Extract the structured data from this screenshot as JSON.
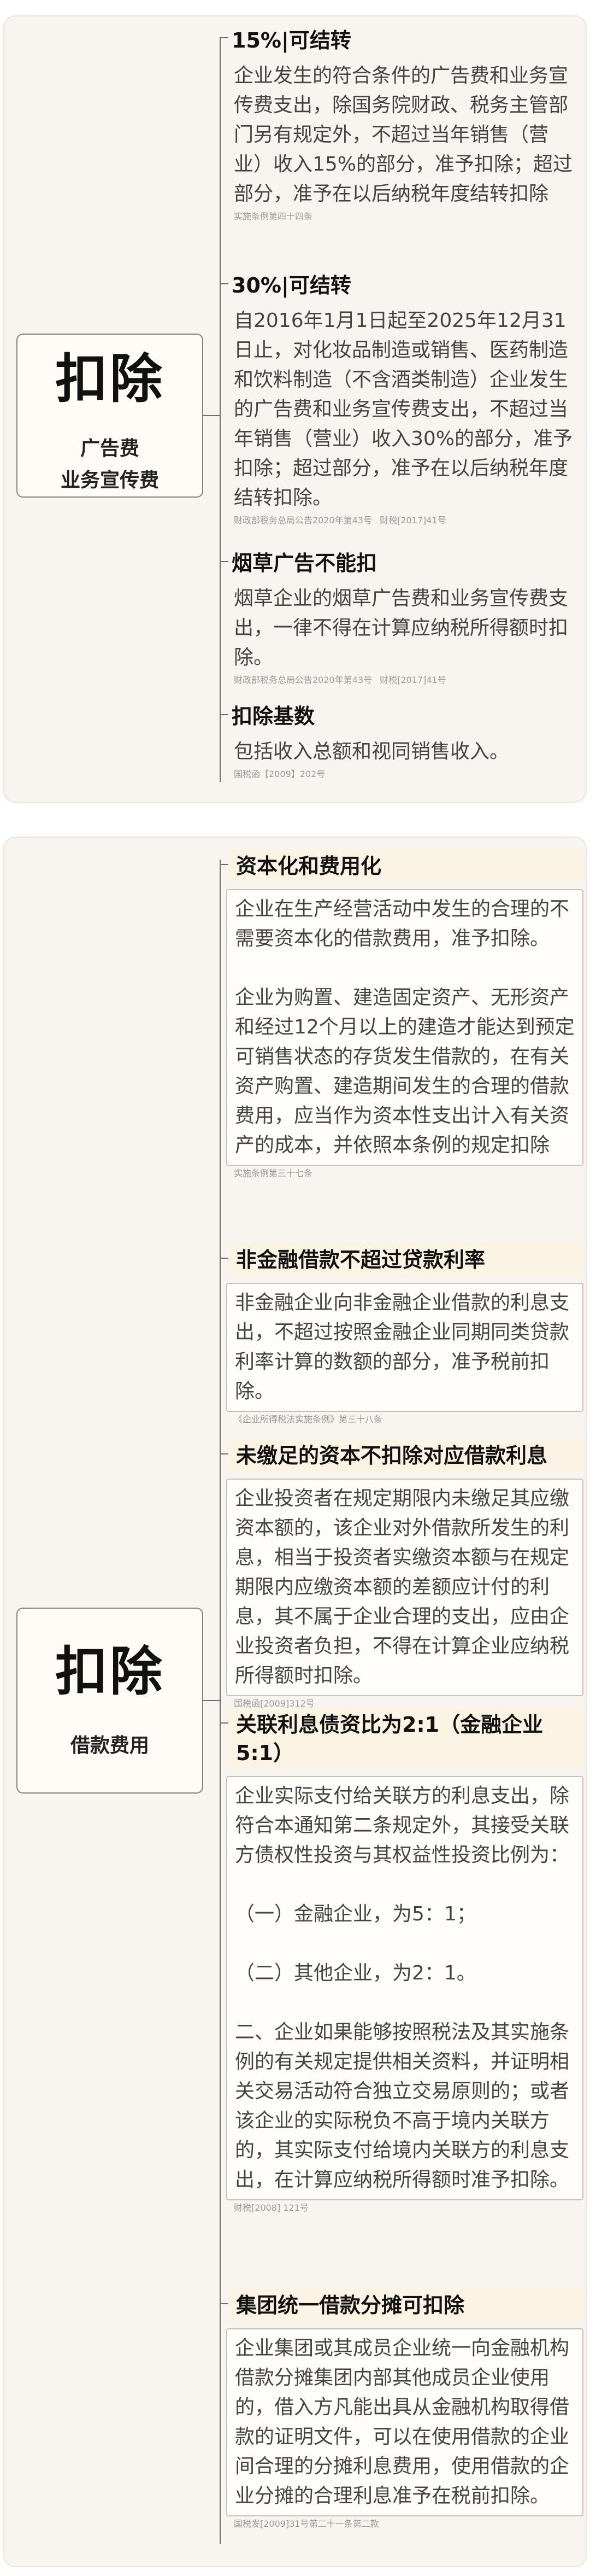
{
  "card1": {
    "root": {
      "title": "扣除",
      "line1": "广告费",
      "line2": "业务宣传费"
    },
    "items": [
      {
        "topic": "15%|可结转",
        "body": "企业发生的符合条件的广告费和业务宣传费支出，除国务院财政、税务主管部门另有规定外，不超过当年销售（营业）收入15%的部分，准予扣除；超过部分，准予在以后纳税年度结转扣除",
        "cites": [
          "实施条例第四十四条"
        ]
      },
      {
        "topic": "30%|可结转",
        "body": "自2016年1月1日起至2025年12月31日止，对化妆品制造或销售、医药制造和饮料制造（不含酒类制造）企业发生的广告费和业务宣传费支出，不超过当年销售（营业）收入30%的部分，准予扣除；超过部分，准予在以后纳税年度结转扣除。",
        "cites": [
          "财政部税务总局公告2020年第43号",
          "财税[2017]41号"
        ]
      },
      {
        "topic": "烟草广告不能扣",
        "body": "烟草企业的烟草广告费和业务宣传费支出，一律不得在计算应纳税所得额时扣除。",
        "cites": [
          "财政部税务总局公告2020年第43号",
          "财税[2017]41号"
        ]
      },
      {
        "topic": "扣除基数",
        "body": "包括收入总额和视同销售收入。",
        "cites": [
          "国税函【2009】202号"
        ]
      }
    ]
  },
  "card2": {
    "root": {
      "title": "扣除",
      "line1": "借款费用"
    },
    "items": [
      {
        "topic": "资本化和费用化",
        "body": "企业在生产经营活动中发生的合理的不需要资本化的借款费用，准予扣除。\n\n企业为购置、建造固定资产、无形资产和经过12个月以上的建造才能达到预定可销售状态的存货发生借款的，在有关资产购置、建造期间发生的合理的借款费用，应当作为资本性支出计入有关资产的成本，并依照本条例的规定扣除",
        "cites": [
          "实施条例第三十七条"
        ]
      },
      {
        "topic": "非金融借款不超过贷款利率",
        "body": "非金融企业向非金融企业借款的利息支出，不超过按照金融企业同期同类贷款利率计算的数额的部分，准予税前扣除。",
        "cites": [
          "《企业所得税法实施条例》第三十八条"
        ]
      },
      {
        "topic": "未缴足的资本不扣除对应借款利息",
        "body": "企业投资者在规定期限内未缴足其应缴资本额的，该企业对外借款所发生的利息，相当于投资者实缴资本额与在规定期限内应缴资本额的差额应计付的利息，其不属于企业合理的支出，应由企业投资者负担，不得在计算企业应纳税所得额时扣除。",
        "cites": [
          "国税函[2009]312号"
        ]
      },
      {
        "topic": "关联利息债资比为2:1（金融企业5:1）",
        "body": "企业实际支付给关联方的利息支出，除符合本通知第二条规定外，其接受关联方债权性投资与其权益性投资比例为：\n\n（一）金融企业，为5：1；\n\n（二）其他企业，为2：1。\n\n二、企业如果能够按照税法及其实施条例的有关规定提供相关资料，并证明相关交易活动符合独立交易原则的；或者该企业的实际税负不高于境内关联方的，其实际支付给境内关联方的利息支出，在计算应纳税所得额时准予扣除。",
        "cites": [
          "财税[2008] 121号"
        ]
      },
      {
        "topic": "集团统一借款分摊可扣除",
        "body": "企业集团或其成员企业统一向金融机构借款分摊集团内部其他成员企业使用的，借入方凡能出具从金融机构取得借款的证明文件，可以在使用借款的企业间合理的分摊利息费用，使用借款的企业分摊的合理利息准予在税前扣除。",
        "cites": [
          "国税发[2009]31号第二十一条第二款"
        ]
      }
    ]
  }
}
